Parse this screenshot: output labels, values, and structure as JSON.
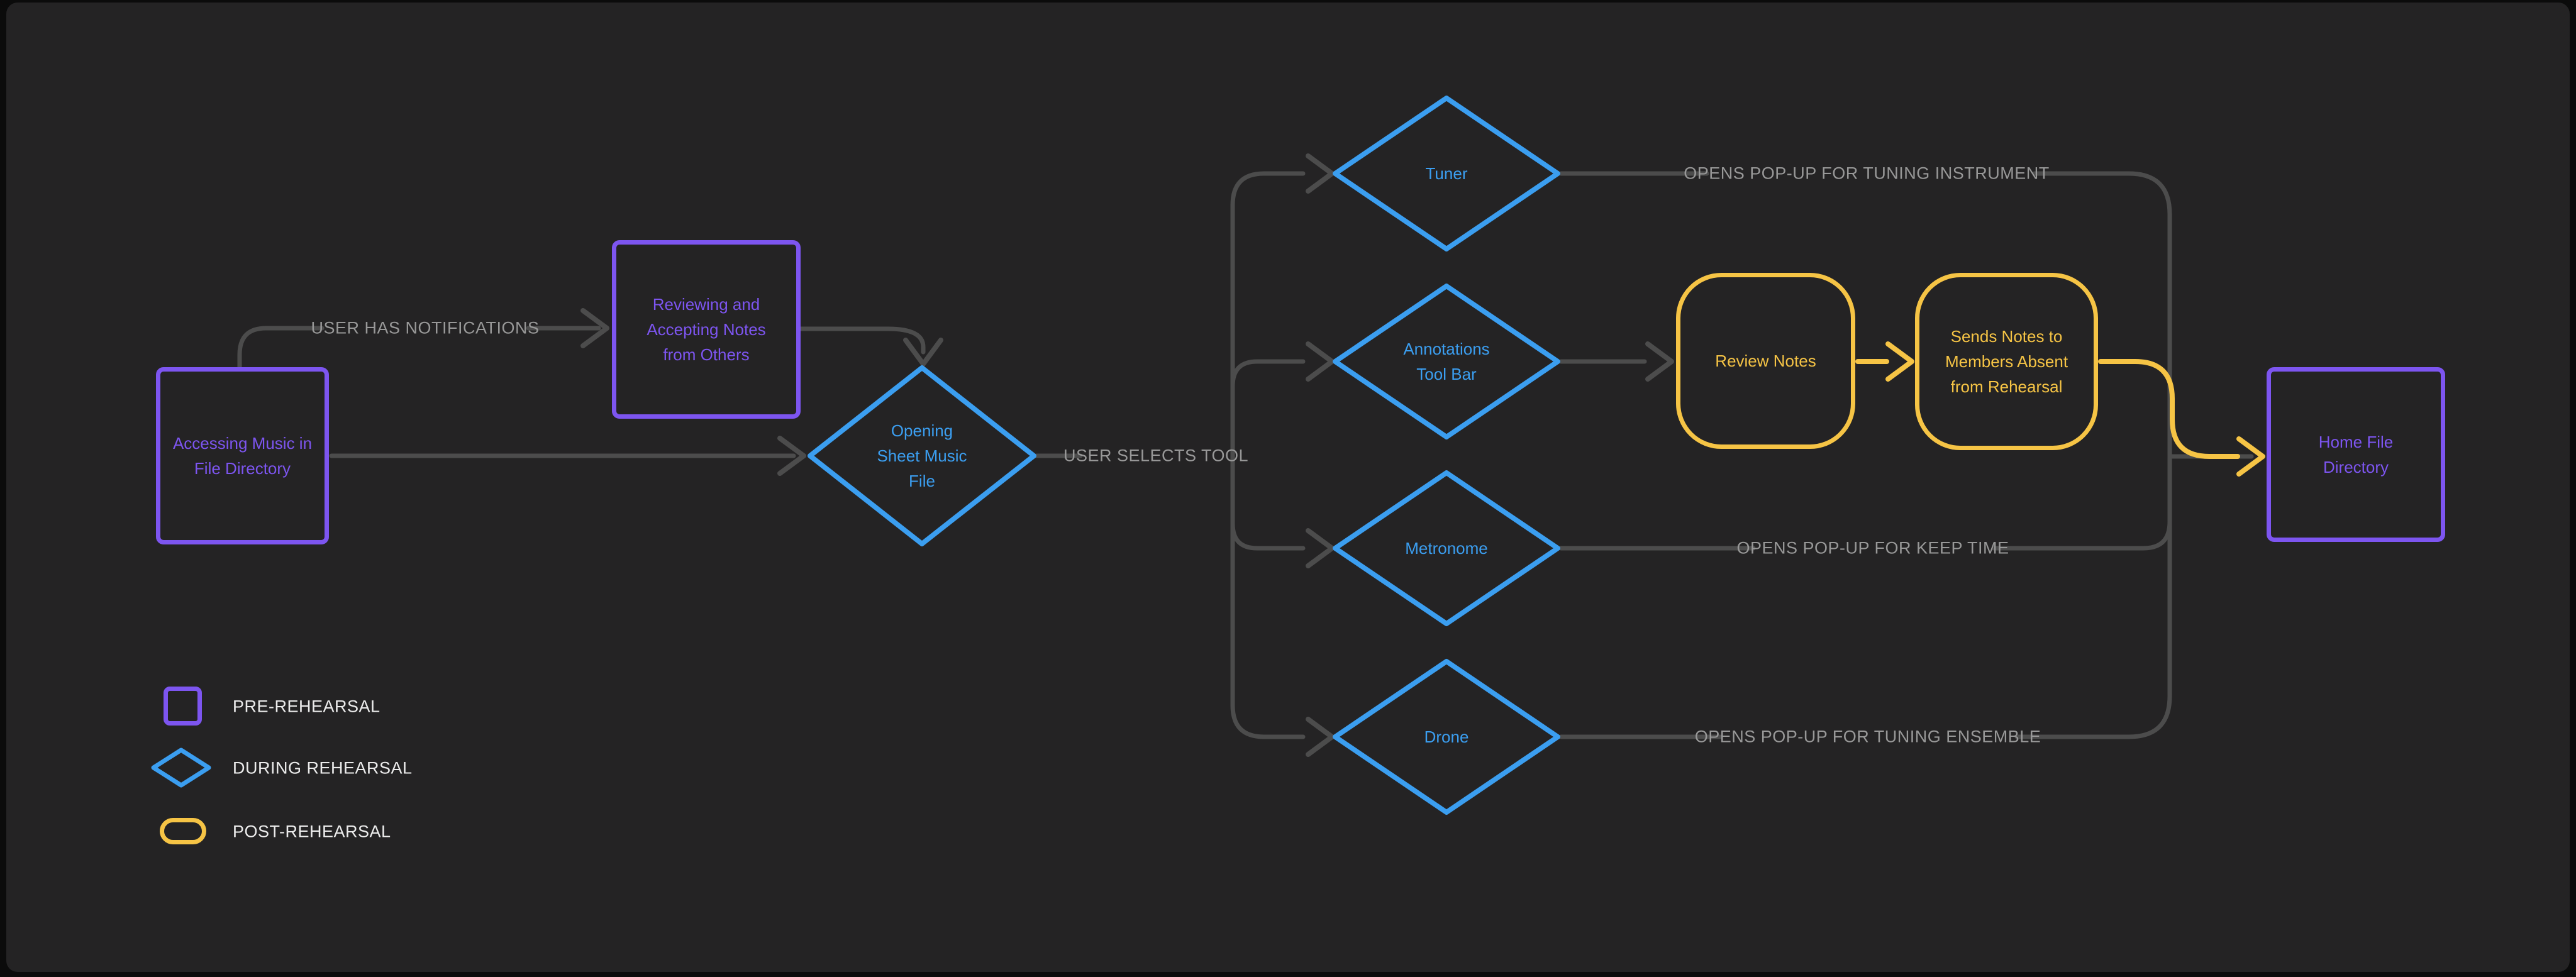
{
  "colors": {
    "background": "#242324",
    "frame": "#0b0b0b",
    "pre_rehearsal": "#7D55F0",
    "during_rehearsal": "#3B9EF0",
    "post_rehearsal": "#F6C445",
    "connector": "#4C4C4C",
    "edge_label_text": "#989898",
    "legend_text": "#ECECEC"
  },
  "nodes": {
    "accessing": {
      "lines": [
        "Accessing Music in",
        "File Directory"
      ]
    },
    "reviewing": {
      "lines": [
        "Reviewing and",
        "Accepting Notes",
        "from Others"
      ]
    },
    "opening": {
      "lines": [
        "Opening",
        "Sheet Music",
        "File"
      ]
    },
    "tuner": {
      "lines": [
        "Tuner"
      ]
    },
    "annotations": {
      "lines": [
        "Annotations",
        "Tool Bar"
      ]
    },
    "metronome": {
      "lines": [
        "Metronome"
      ]
    },
    "drone": {
      "lines": [
        "Drone"
      ]
    },
    "review_notes": {
      "lines": [
        "Review Notes"
      ]
    },
    "sends_notes": {
      "lines": [
        "Sends Notes to",
        "Members Absent",
        "from Rehearsal"
      ]
    },
    "home": {
      "lines": [
        "Home File",
        "Directory"
      ]
    }
  },
  "edge_labels": {
    "notifications": "USER HAS NOTIFICATIONS",
    "selects_tool": "USER SELECTS TOOL",
    "tuner_popup": "OPENS POP-UP FOR TUNING INSTRUMENT",
    "metronome_popup": "OPENS POP-UP FOR KEEP TIME",
    "drone_popup": "OPENS POP-UP FOR TUNING ENSEMBLE"
  },
  "legend": [
    {
      "shape": "square",
      "label": "PRE-REHEARSAL"
    },
    {
      "shape": "diamond",
      "label": "DURING REHEARSAL"
    },
    {
      "shape": "rounded",
      "label": "POST-REHEARSAL"
    }
  ]
}
